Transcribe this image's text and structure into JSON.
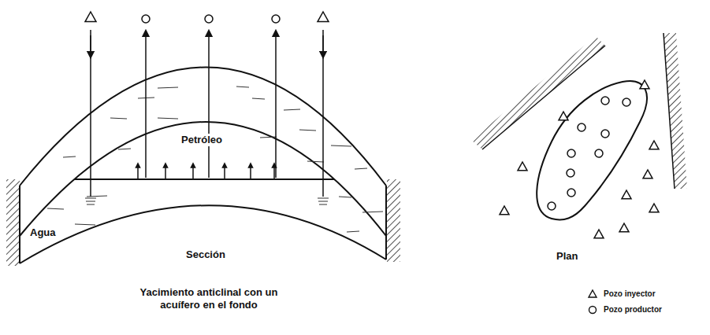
{
  "diagram": {
    "labels": [
      "Petróleo",
      "Agua",
      "Sección",
      "Yacimiento anticlinal con un acuífero en el fondo",
      "Plan"
    ],
    "legend": [
      {
        "text": "Pozo inyector"
      },
      {
        "text": "Pozo productor"
      }
    ]
  }
}
